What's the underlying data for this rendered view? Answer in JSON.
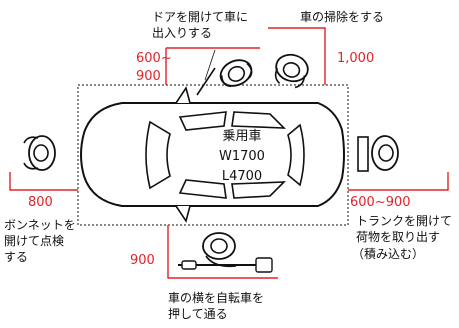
{
  "car": {
    "name": "乗用車",
    "width": "W1700",
    "length": "L4700"
  },
  "labels": {
    "door": [
      "ドアを開けて車に",
      "出入りする"
    ],
    "clean": "車の掃除をする",
    "bonnet": [
      "ボンネットを",
      "開けて点検",
      "する"
    ],
    "trunk": [
      "トランクを開けて",
      "荷物を取り出す",
      "（積み込む）"
    ],
    "bicycle": [
      "車の横を自転車を",
      "押して通る"
    ]
  },
  "dimensions": {
    "door": [
      "600~",
      "900"
    ],
    "clean": "1,000",
    "front": "800",
    "rear": "600~900",
    "side": "900"
  },
  "colors": {
    "accent": "#e2232a",
    "line": "#111111"
  }
}
